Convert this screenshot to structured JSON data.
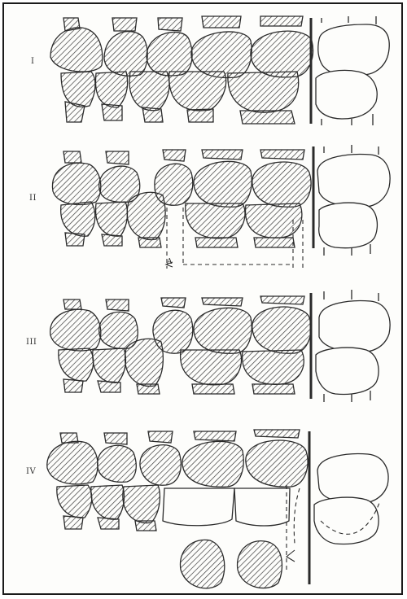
{
  "rows": [
    {
      "label": "I"
    },
    {
      "label": "II",
      "annotation": "A"
    },
    {
      "label": "III"
    },
    {
      "label": "IV"
    }
  ],
  "colors": {
    "ink": "#2a2a2a",
    "hatch": "#3a3a3a",
    "paper": "#fdfdfb"
  }
}
